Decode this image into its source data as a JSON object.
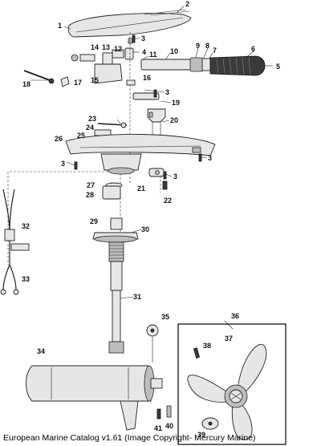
{
  "caption": "European Marine Catalog v1.61 (Image Copyright- Mercury Marine)",
  "callouts": [
    "1",
    "2",
    "3",
    "4",
    "5",
    "6",
    "7",
    "8",
    "9",
    "10",
    "11",
    "12",
    "13",
    "14",
    "15",
    "16",
    "3",
    "17",
    "18",
    "19",
    "20",
    "21",
    "22",
    "23",
    "24",
    "25",
    "26",
    "3",
    "3",
    "3",
    "27",
    "28",
    "29",
    "30",
    "31",
    "32",
    "33",
    "34",
    "35",
    "36",
    "37",
    "38",
    "39",
    "40",
    "41"
  ]
}
